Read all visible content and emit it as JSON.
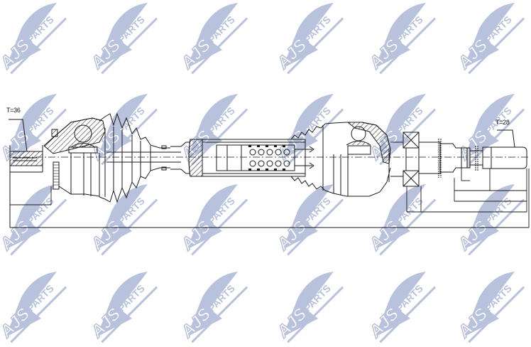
{
  "diagram": {
    "type": "cv-drive-shaft-technical-drawing",
    "line_color": "#1a1a1a",
    "background": "#ffffff",
    "labels": {
      "left_spline": "T=36",
      "right_spline": "T=28"
    },
    "components": [
      "outer-cv-joint",
      "outer-boot",
      "shaft",
      "damper-housing",
      "inner-boot",
      "inner-cv-joint",
      "support-bearing",
      "stub-shaft"
    ],
    "dimension_lines": 6
  },
  "watermark": {
    "text_main": "AJS",
    "text_sub": "PARTS",
    "color": "#b9c2dc",
    "rows": 4,
    "cols": 6
  }
}
